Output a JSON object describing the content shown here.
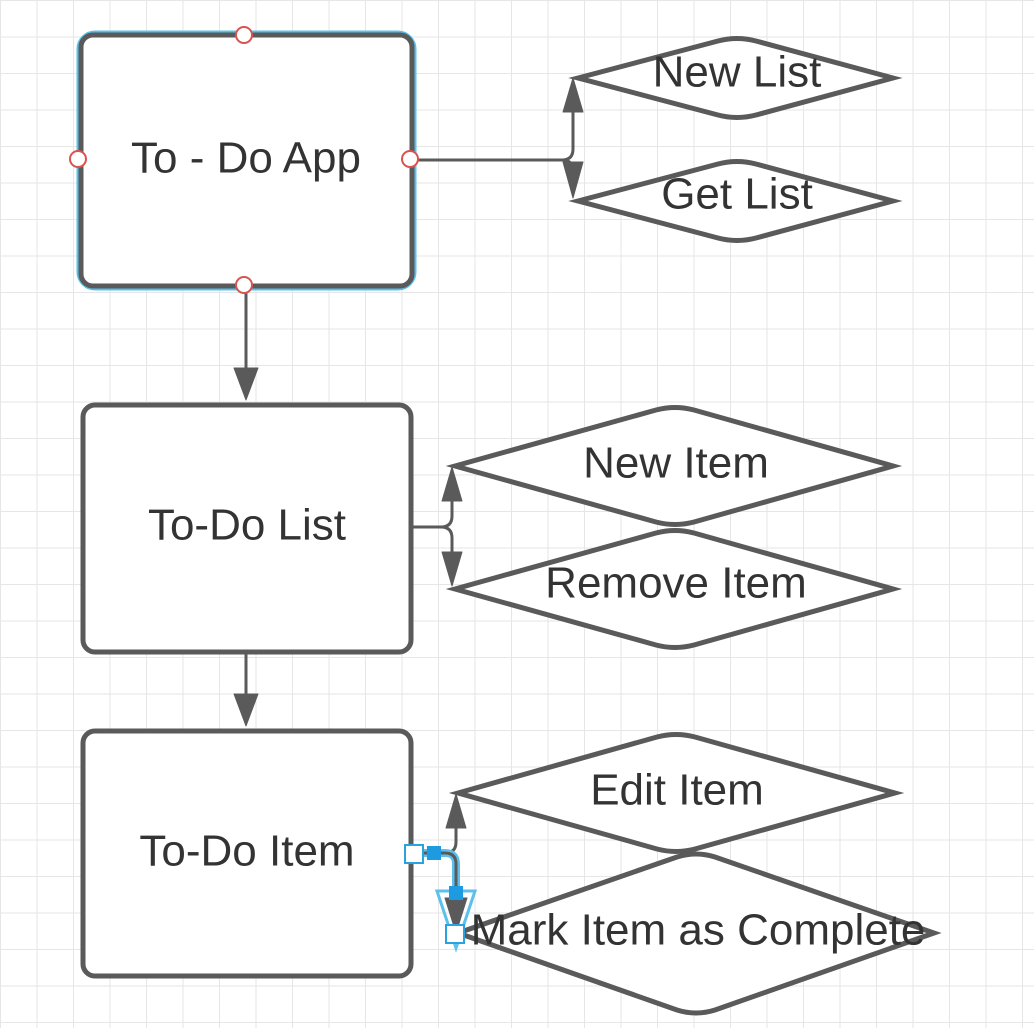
{
  "diagram": {
    "nodes": {
      "app": "To - Do App",
      "list": "To-Do List",
      "item": "To-Do Item",
      "new_list": "New List",
      "get_list": "Get List",
      "new_item": "New Item",
      "remove_item": "Remove Item",
      "edit_item": "Edit Item",
      "mark_complete": "Mark Item as Complete"
    },
    "edges": [
      {
        "from": "To - Do App",
        "to": "To-Do List"
      },
      {
        "from": "To - Do App",
        "to": "New List"
      },
      {
        "from": "To - Do App",
        "to": "Get List"
      },
      {
        "from": "To-Do List",
        "to": "To-Do Item"
      },
      {
        "from": "To-Do List",
        "to": "New Item"
      },
      {
        "from": "To-Do List",
        "to": "Remove Item"
      },
      {
        "from": "To-Do Item",
        "to": "Edit Item"
      },
      {
        "from": "To-Do Item",
        "to": "Mark Item as Complete"
      }
    ],
    "selection": {
      "selected_shape": "To - Do App",
      "selected_connector": "To-Do Item → Mark Item as Complete"
    },
    "colors": {
      "stroke": "#5a5a5a",
      "text": "#333333",
      "selection": "#5bc0eb",
      "handle": "#d9534f",
      "grid": "#e6e6e6"
    }
  }
}
